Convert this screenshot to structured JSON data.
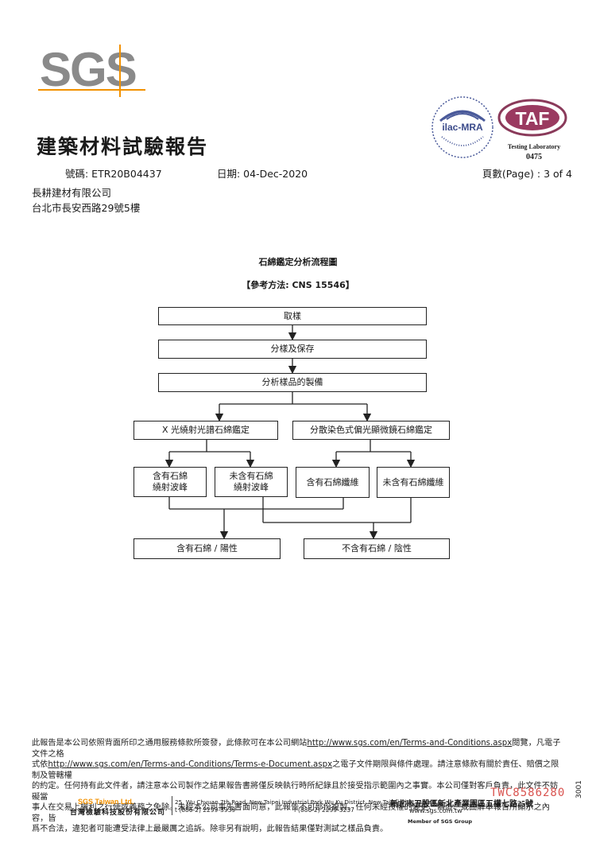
{
  "logo": {
    "text": "SGS",
    "accent": "#f29100",
    "gray": "#8a8a8a"
  },
  "header": {
    "title": "建築材料試驗報告",
    "report_no": "號碼: ETR20B04437",
    "date": "日期: 04-Dec-2020",
    "page": "頁數(Page) : 3 of 4"
  },
  "client": {
    "name": "長耕建材有限公司",
    "address": "台北市長安西路29號5樓"
  },
  "seals": {
    "ilac": "ilac-MRA",
    "taf": "TAF",
    "taf_sub": "Testing Laboratory",
    "taf_no": "0475"
  },
  "flow": {
    "title": "石綿鑑定分析流程圖",
    "method": "【參考方法: CNS 15546】",
    "step1": "取樣",
    "step2": "分樣及保存",
    "step3": "分析樣品的製備",
    "left_branch": "X 光繞射光譜石綿鑑定",
    "right_branch": "分散染色式偏光顯微鏡石綿鑑定",
    "lb_pos_1": "含有石綿",
    "lb_pos_2": "繞射波峰",
    "lb_neg_1": "未含有石綿",
    "lb_neg_2": "繞射波峰",
    "rb_pos": "含有石綿纖維",
    "rb_neg": "未含有石綿纖維",
    "result_pos": "含有石綿 / 陽性",
    "result_neg": "不含有石綿 / 陰性"
  },
  "disclaimer": {
    "l1a": "此報告是本公司依照背面所印之通用服務條款所簽發，此條款可在本公司網站",
    "l1link": "http://www.sgs.com/en/Terms-and-Conditions.aspx",
    "l1b": "閱覽，凡電子文件之格",
    "l2a": "式依",
    "l2link": "http://www.sgs.com/en/Terms-and-Conditions/Terms-e-Document.aspx",
    "l2b": "之電子文件期限與條件處理。請注意條款有關於責任、賠償之限制及管轄權",
    "l3": "的約定。任何持有此文件者，請注意本公司製作之結果報告書將僅反映執行時所紀錄且於接受指示範圍內之事實。本公司僅對客戶負責，此文件不妨礙當",
    "l4": "事人在交易上權利之行使或義務之免除。未經本公司事先書面同意，此報告不可部份複製。任何未經授權的變更、偽造、或曲解本報告所顯示之內容，皆",
    "l5": "爲不合法，違犯者可能遭受法律上最嚴厲之追訴。除非另有說明，此報告結果僅對測試之樣品負責。"
  },
  "footer": {
    "sgs_taiwan": "SGS Taiwan Ltd.",
    "company_tw": "台灣檢驗科技股份有限公司",
    "address_en": "25, Wu Chyuan 7th Road, New Taipei Industrial Park,Wu Ku District, New Taipei City, Taiwan /",
    "address_cn": "新北市五股區新北產業園區五權七路25號",
    "tel": "t (886-2) 2299-3939",
    "fax": "f (886-2) 2299-3237",
    "web": "www.sgs.com.tw",
    "member": "Member of SGS Group",
    "serial": "TWC8586280",
    "side_code": "3001"
  }
}
